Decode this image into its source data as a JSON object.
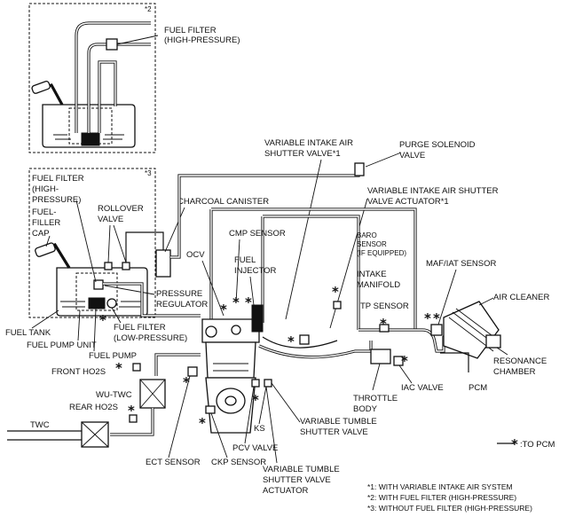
{
  "labels": {
    "fuel_filter_hp": [
      "FUEL FILTER",
      "(HIGH-PRESSURE)"
    ],
    "box2_mark": "*2",
    "box3_mark": "*3",
    "variable_intake_air_shutter_valve": [
      "VARIABLE INTAKE AIR",
      "SHUTTER VALVE*1"
    ],
    "purge_solenoid_valve": [
      "PURGE SOLENOID",
      "VALVE"
    ],
    "variable_intake_air_shutter_valve_actuator": [
      "VARIABLE INTAKE AIR SHUTTER",
      "VALVE ACTUATOR*1"
    ],
    "fuel_filter_hp_left": [
      "FUEL FILTER",
      "(HIGH-",
      "PRESSURE)"
    ],
    "fuel_filler_cap": [
      "FUEL-",
      "FILLER",
      "CAP"
    ],
    "rollover_valve": [
      "ROLLOVER",
      "VALVE"
    ],
    "charcoal_canister": "CHARCOAL CANISTER",
    "cmp_sensor": "CMP SENSOR",
    "baro_sensor": [
      "BARO",
      "SENSOR",
      "(IF EQUIPPED)"
    ],
    "ocv": "OCV",
    "fuel_injector": [
      "FUEL",
      "INJECTOR"
    ],
    "intake_manifold": [
      "INTAKE",
      "MANIFOLD"
    ],
    "maf_iat_sensor": "MAF/IAT SENSOR",
    "air_cleaner": "AIR CLEANER",
    "pressure_regulator": [
      "PRESSURE",
      "REGULATOR"
    ],
    "tp_sensor": "TP SENSOR",
    "fuel_tank": "FUEL TANK",
    "fuel_filter_lp": [
      "FUEL FILTER",
      "(LOW-PRESSURE)"
    ],
    "fuel_pump_unit": "FUEL PUMP UNIT",
    "fuel_pump": "FUEL PUMP",
    "front_ho2s": "FRONT HO2S",
    "resonance_chamber": [
      "RESONANCE",
      "CHAMBER"
    ],
    "iac_valve": "IAC VALVE",
    "pcm": "PCM",
    "wu_twc": "WU-TWC",
    "rear_ho2s": "REAR HO2S",
    "throttle_body": [
      "THROTTLE",
      "BODY"
    ],
    "variable_tumble_shutter_valve": [
      "VARIABLE TUMBLE",
      "SHUTTER VALVE"
    ],
    "twc": "TWC",
    "ks": "KS",
    "to_pcm": ":TO PCM",
    "pcv_valve": "PCV VALVE",
    "ect_sensor": "ECT SENSOR",
    "ckp_sensor": "CKP SENSOR",
    "variable_tumble_shutter_valve_actuator": [
      "VARIABLE TUMBLE",
      "SHUTTER VALVE",
      "ACTUATOR"
    ]
  },
  "footnotes": [
    "*1: WITH VARIABLE INTAKE AIR SYSTEM",
    "*2: WITH FUEL FILTER (HIGH-PRESSURE)",
    "*3: WITHOUT FUEL FILTER (HIGH-PRESSURE)"
  ],
  "symbols": {
    "star": "*",
    "star_arrow": "—*"
  }
}
